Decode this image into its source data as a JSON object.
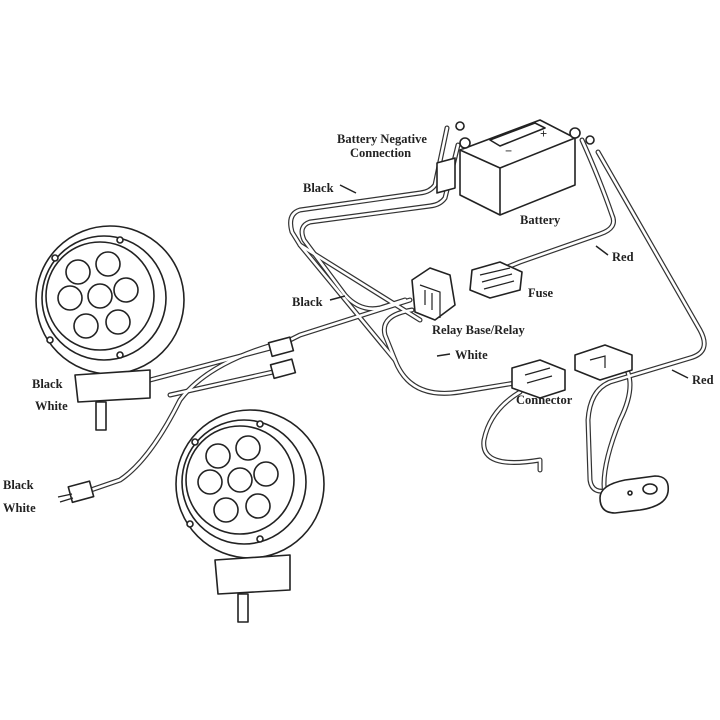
{
  "diagram": {
    "title": "Light Bar Wiring Harness Diagram",
    "labels": {
      "battery_negative_line1": "Battery Negative",
      "battery_negative_line2": "Connection",
      "black_top": "Black",
      "battery": "Battery",
      "red_top": "Red",
      "black_mid": "Black",
      "fuse": "Fuse",
      "relay": "Relay Base/Relay",
      "white_mid": "White",
      "red_right": "Red",
      "connector": "Connector",
      "light1_black": "Black",
      "light1_white": "White",
      "light2_black": "Black",
      "light2_white": "White"
    },
    "battery_symbols": {
      "plus": "+",
      "minus": "−"
    },
    "components": [
      "battery",
      "fuse",
      "relay",
      "connector",
      "switch",
      "work-light-1",
      "work-light-2"
    ]
  }
}
